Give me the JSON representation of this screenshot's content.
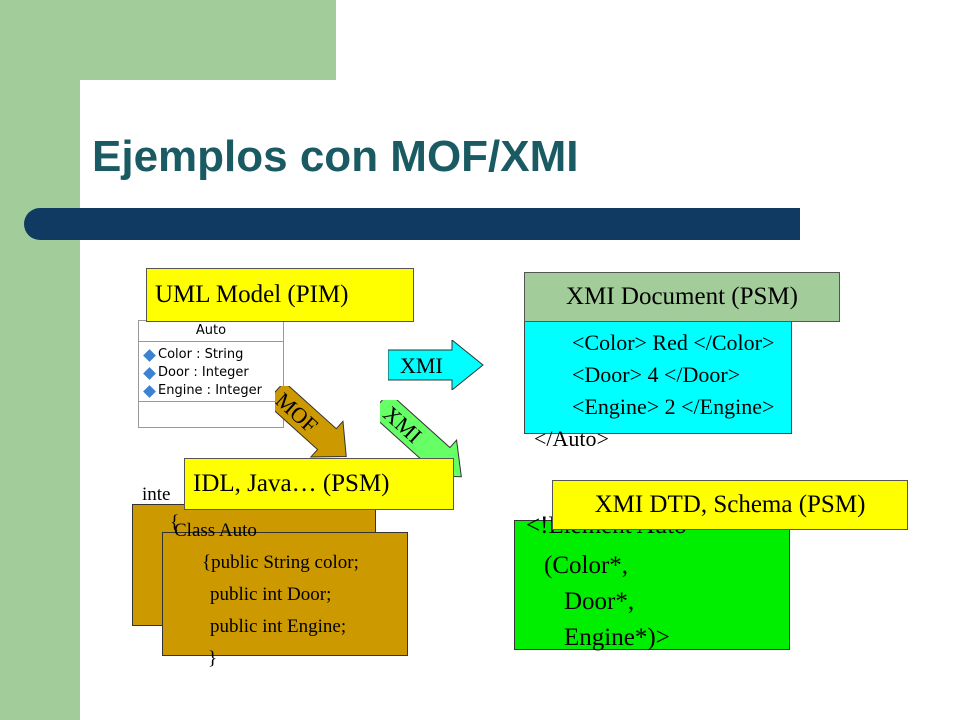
{
  "slide": {
    "title": "Ejemplos con MOF/XMI"
  },
  "labels": {
    "uml_model": "UML Model (PIM)",
    "xmi_document": "XMI Document (PSM)",
    "idl_java": "IDL, Java… (PSM)",
    "xmi_dtd": "XMI DTD, Schema (PSM)"
  },
  "uml_class": {
    "name": "Auto",
    "attributes": [
      "Color : String",
      "Door : Integer",
      "Engine : Integer"
    ]
  },
  "xmi_doc": {
    "lines": [
      "<Color> Red </Color>",
      "<Door> 4 </Door>",
      "<Engine> 2 </Engine>",
      "</Auto>"
    ]
  },
  "java_code": {
    "back_partial": "inte",
    "back_brace": "{",
    "front_lines": [
      "Class Auto",
      "{public String  color;",
      "public int Door;",
      "public int Engine;",
      "}"
    ]
  },
  "dtd": {
    "lines": [
      "<!Element Auto",
      "(Color*,",
      "Door*,",
      "Engine*)>"
    ]
  },
  "arrows": {
    "xmi_top": "XMI",
    "mof": "MOF",
    "xmi_diagonal": "XMI"
  },
  "colors": {
    "background_band": "#a3cc9b",
    "title_text": "#1a5a63",
    "title_bar": "#113a63",
    "label_yellow": "#ffff00",
    "xmi_doc_box": "#00ffff",
    "java_box": "#cc9900",
    "dtd_box": "#00ee00",
    "xmi_arrow": "#00ffff",
    "mof_arrow": "#cc9900",
    "xmi_diag_arrow": "#66ff66"
  }
}
